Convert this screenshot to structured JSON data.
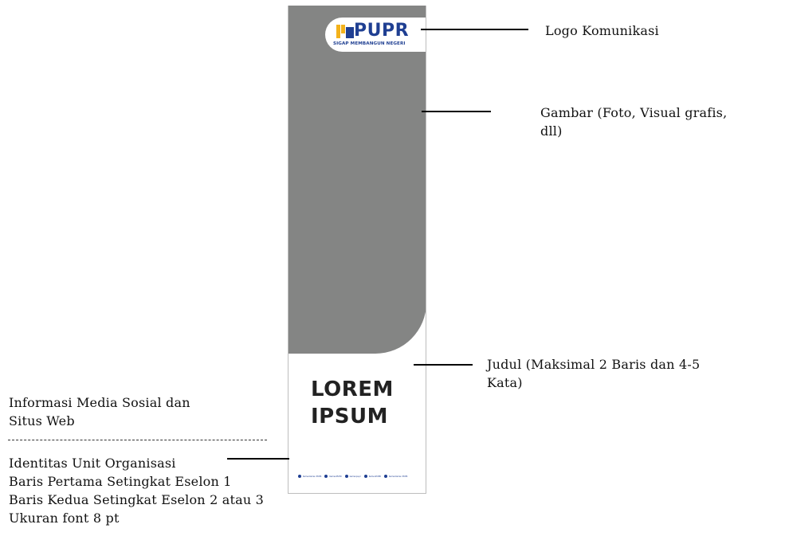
{
  "banner": {
    "logo_text": "PUPR",
    "logo_tagline": "SIGAP MEMBANGUN NEGERI",
    "headline": [
      "LOREM",
      "IPSUM"
    ],
    "footer_handles": [
      "Kementerian PUPR",
      "KemenPUPR",
      "kemenpupr",
      "KemenPUPR",
      "Kementerian PUPR"
    ]
  },
  "annotations": {
    "logo": "Logo Komunikasi",
    "image": [
      "Gambar (Foto, Visual grafis,",
      "dll)"
    ],
    "title": [
      "Judul (Maksimal 2 Baris dan 4-5",
      "Kata)"
    ],
    "social": [
      "Informasi Media Sosial dan",
      "Situs Web"
    ],
    "identity": [
      "Identitas Unit Organisasi",
      "Baris Pertama Setingkat Eselon 1",
      "Baris Kedua Setingkat Eselon 2 atau 3",
      "Ukuran font 8 pt"
    ]
  },
  "colors": {
    "image_placeholder": "#848584",
    "logo_blue": "#1f3f92",
    "logo_yellow": "#f3b21b"
  }
}
